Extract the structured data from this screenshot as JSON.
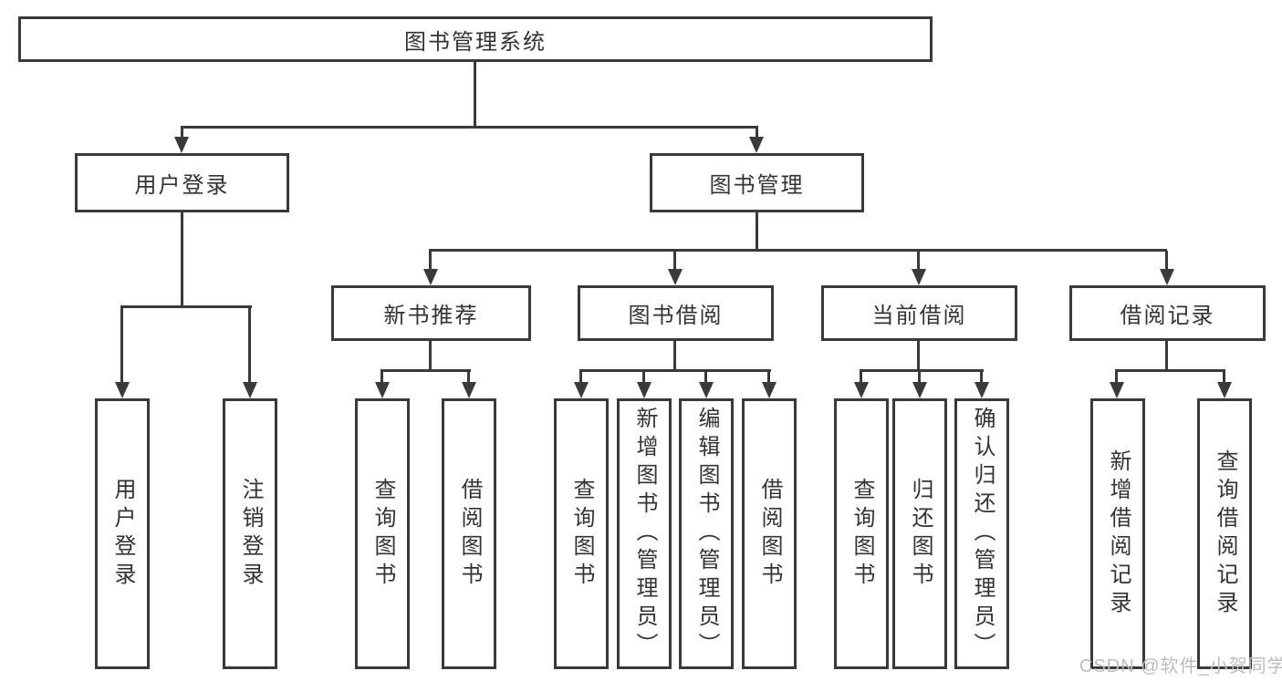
{
  "diagram": {
    "type": "hierarchy-flowchart",
    "colors": {
      "line": "#3a3a3a",
      "text": "#333333",
      "background": "#ffffff",
      "watermark": "#bdbdbd"
    }
  },
  "tree": {
    "label": "图书管理系统",
    "children": [
      {
        "label": "用户登录",
        "children": [
          {
            "label": "用户登录"
          },
          {
            "label": "注销登录"
          }
        ]
      },
      {
        "label": "图书管理",
        "children": [
          {
            "label": "新书推荐",
            "children": [
              {
                "label": "查询图书"
              },
              {
                "label": "借阅图书"
              }
            ]
          },
          {
            "label": "图书借阅",
            "children": [
              {
                "label": "查询图书"
              },
              {
                "label": "新增图书（管理员）"
              },
              {
                "label": "编辑图书（管理员）"
              },
              {
                "label": "借阅图书"
              }
            ]
          },
          {
            "label": "当前借阅",
            "children": [
              {
                "label": "查询图书"
              },
              {
                "label": "归还图书"
              },
              {
                "label": "确认归还（管理员）"
              }
            ]
          },
          {
            "label": "借阅记录",
            "children": [
              {
                "label": "新增借阅记录"
              },
              {
                "label": "查询借阅记录"
              }
            ]
          }
        ]
      }
    ]
  },
  "watermark": {
    "text": "CSDN @软件_小贺同学"
  }
}
